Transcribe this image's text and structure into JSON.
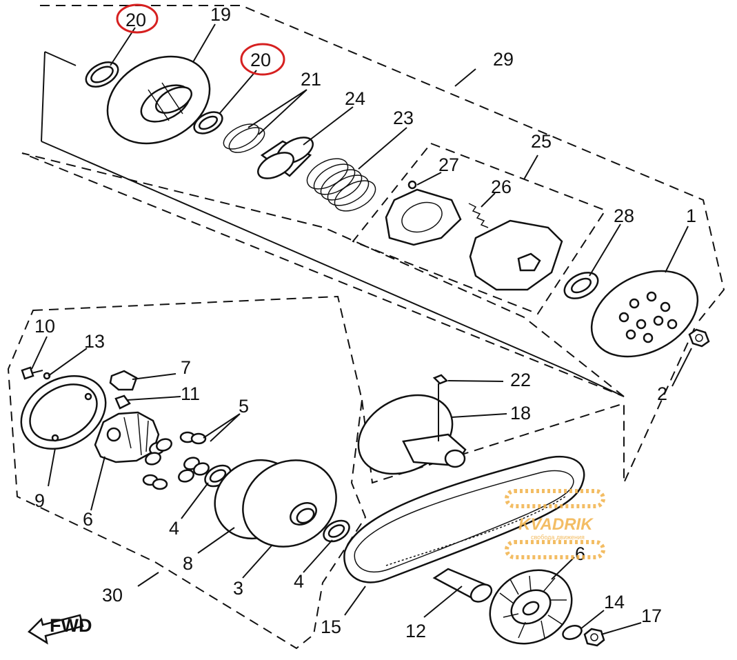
{
  "diagram": {
    "labels": {
      "p1": "1",
      "p2": "2",
      "p3": "3",
      "p4a": "4",
      "p4b": "4",
      "p5": "5",
      "p6a": "6",
      "p6b": "6",
      "p7": "7",
      "p8": "8",
      "p9": "9",
      "p10": "10",
      "p11": "11",
      "p12": "12",
      "p13": "13",
      "p14": "14",
      "p15": "15",
      "p17": "17",
      "p18": "18",
      "p19": "19",
      "p20a": "20",
      "p20b": "20",
      "p21": "21",
      "p22": "22",
      "p23": "23",
      "p24": "24",
      "p25": "25",
      "p26": "26",
      "p27": "27",
      "p28": "28",
      "p29": "29",
      "p30": "30"
    },
    "fwd_arrow": "FWD",
    "highlight_color": "#d62020",
    "watermark": {
      "brand": "KVADRIK",
      "tagline": "свобода движения",
      "color": "#f2b24a"
    }
  }
}
